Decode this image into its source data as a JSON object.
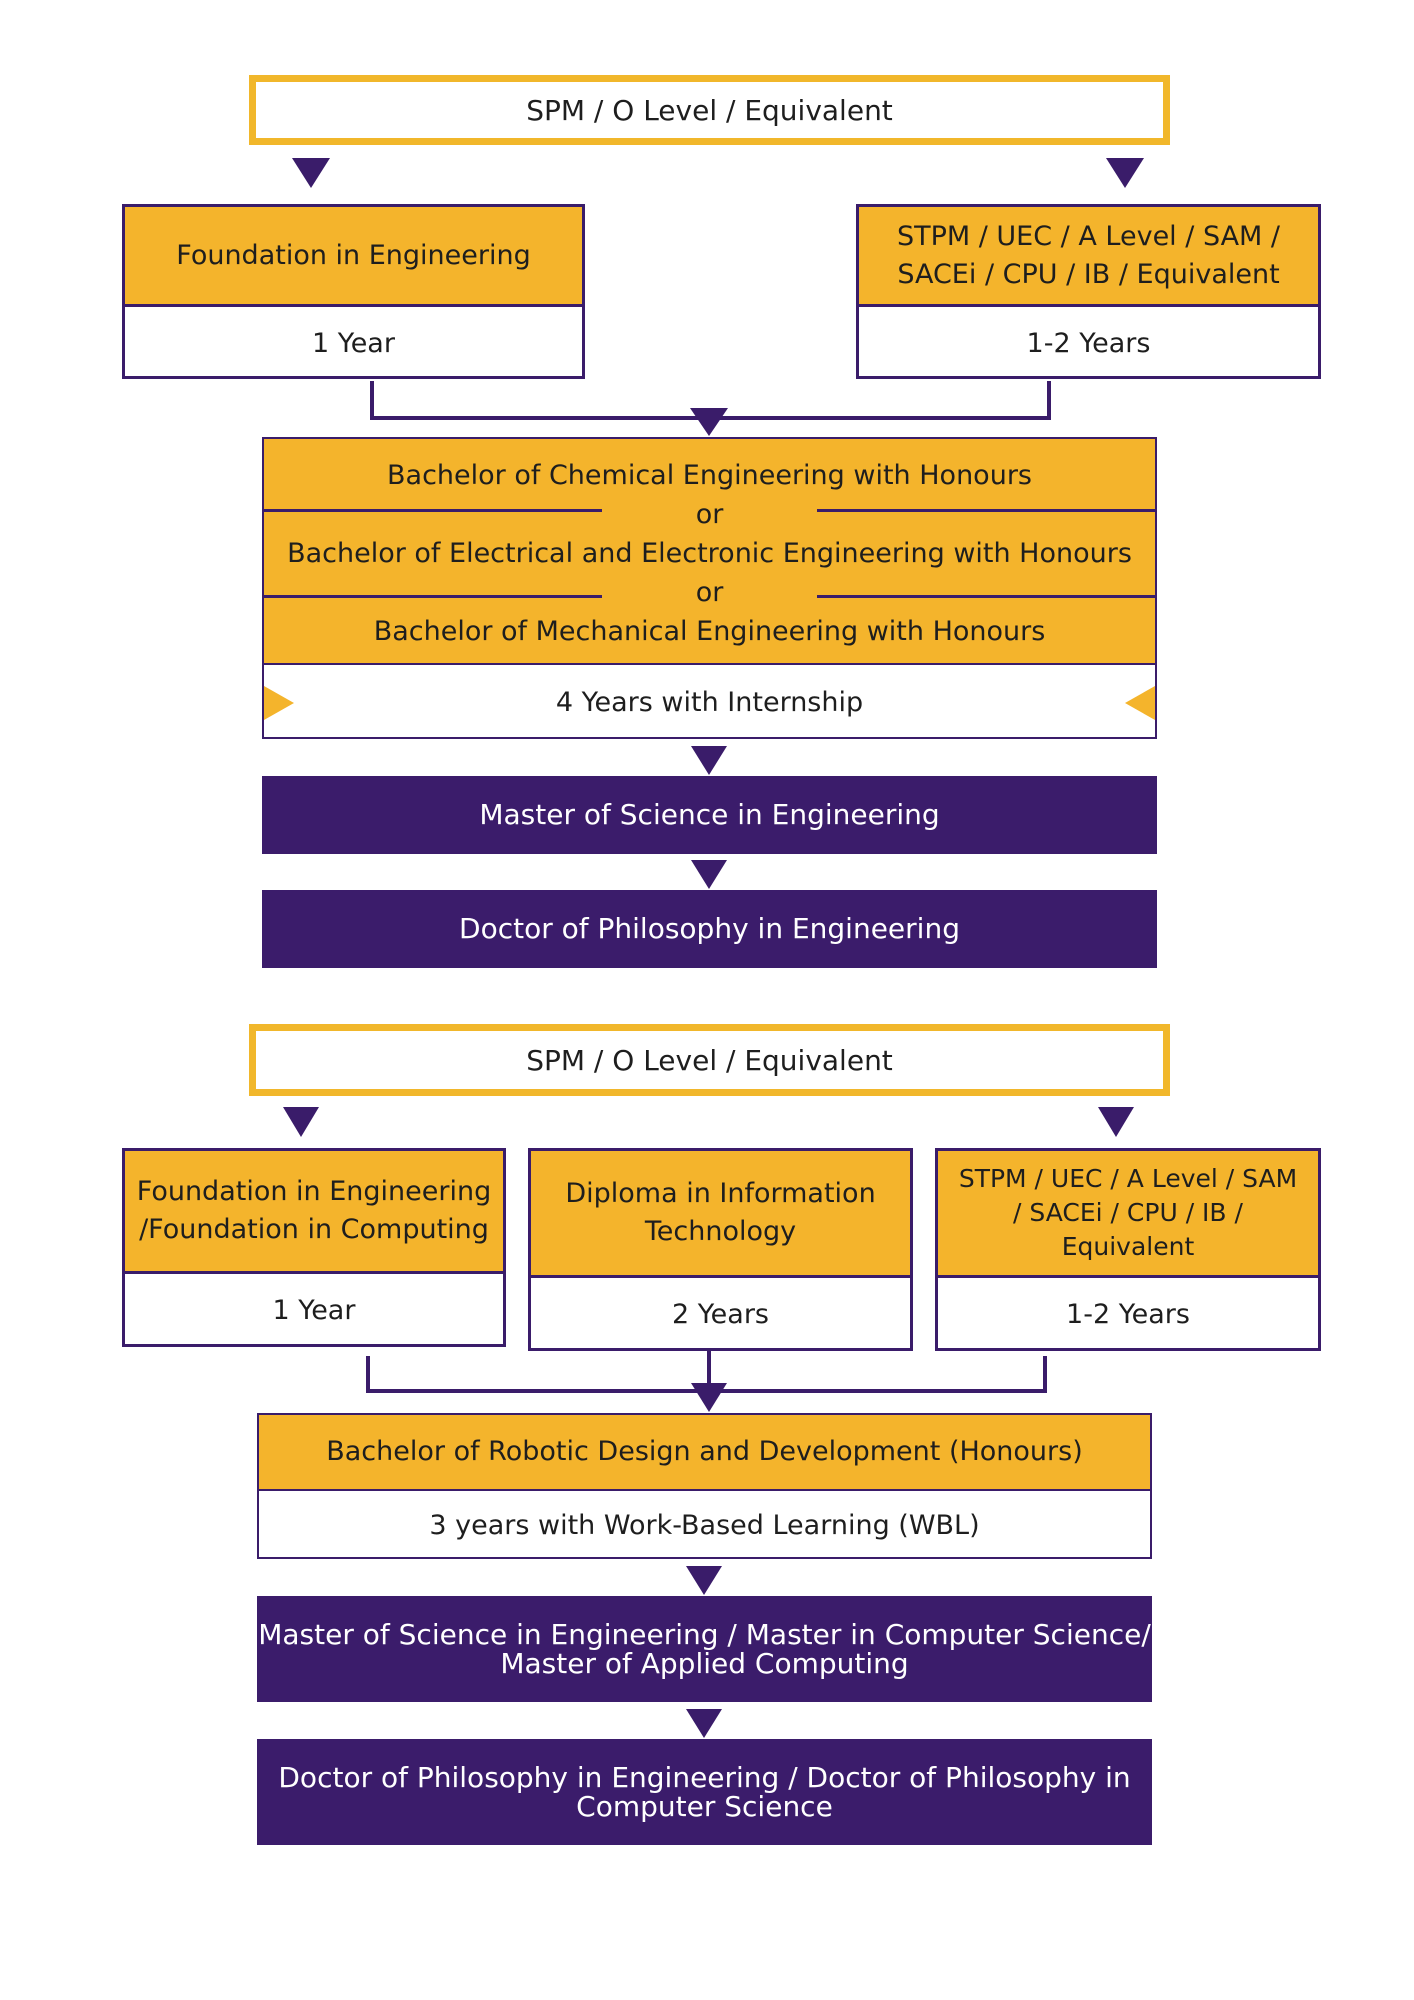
{
  "pathway1": {
    "entry": "SPM / O Level / Equivalent",
    "left_box": {
      "title": "Foundation in Engineering",
      "duration": "1 Year"
    },
    "right_box": {
      "title_line1": "STPM / UEC / A Level / SAM /",
      "title_line2": "SACEi / CPU / IB / Equivalent",
      "duration": "1-2 Years"
    },
    "bachelor": {
      "option1": "Bachelor of Chemical Engineering with Honours",
      "or1": "or",
      "option2": "Bachelor of Electrical and Electronic Engineering with Honours",
      "or2": "or",
      "option3": "Bachelor of Mechanical Engineering with Honours",
      "duration": "4 Years with Internship"
    },
    "master": "Master of Science in Engineering",
    "doctor": "Doctor of Philosophy in Engineering"
  },
  "pathway2": {
    "entry": "SPM / O Level / Equivalent",
    "left_box": {
      "title_line1": "Foundation in Engineering",
      "title_line2": "/Foundation in Computing",
      "duration": "1 Year"
    },
    "middle_box": {
      "title_line1": "Diploma in Information",
      "title_line2": "Technology",
      "duration": "2 Years"
    },
    "right_box": {
      "title_line1": "STPM / UEC / A Level / SAM",
      "title_line2": "/ SACEi / CPU / IB /",
      "title_line3": "Equivalent",
      "duration": "1-2 Years"
    },
    "bachelor": {
      "title": "Bachelor of Robotic Design and Development (Honours)",
      "duration": "3 years with Work-Based Learning (WBL)"
    },
    "master_line1": "Master of Science in Engineering / Master in Computer Science/",
    "master_line2": "Master of Applied Computing",
    "doctor_line1": "Doctor of Philosophy in Engineering / Doctor of Philosophy in",
    "doctor_line2": "Computer Science"
  },
  "colors": {
    "gold": "#f4b42c",
    "purple": "#3b1c6b",
    "gold_border": "#f1b72b"
  }
}
